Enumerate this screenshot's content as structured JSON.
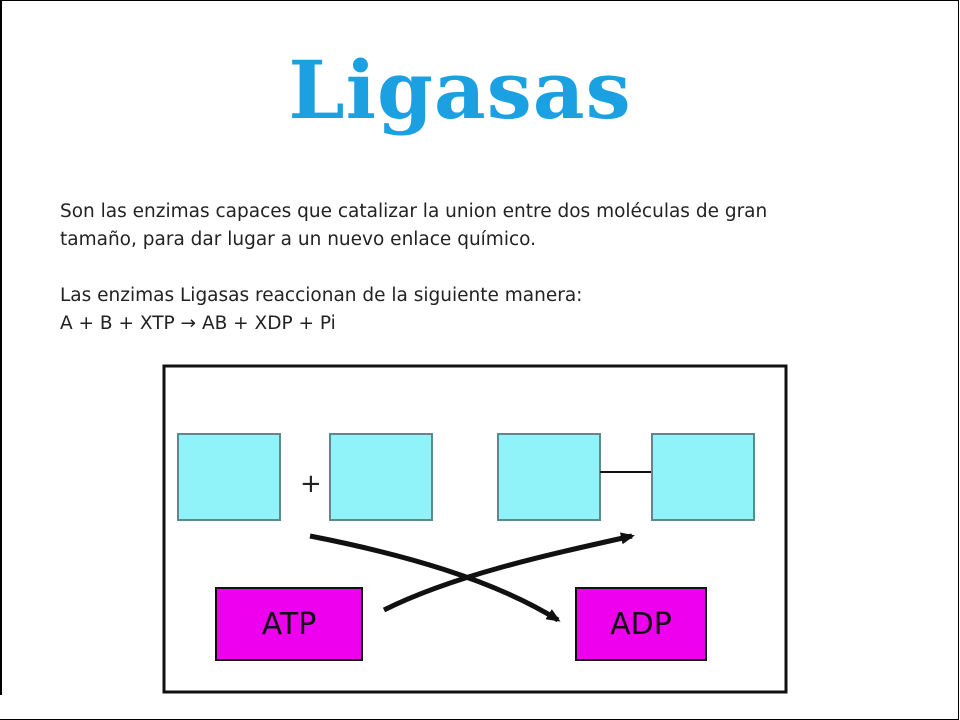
{
  "title": "Ligasas",
  "paragraphs": [
    "Son las enzimas capaces que catalizar la union entre dos moléculas de gran",
    "tamaño, para dar lugar a un nuevo enlace químico.",
    "Las enzimas Ligasas reaccionan de la siguiente manera:",
    "A + B + XTP   → AB + XDP + Pi"
  ],
  "diagram": {
    "plus": "+",
    "atp_label": "ATP",
    "adp_label": "ADP",
    "colors": {
      "molecule_fill": "#8ff3f9",
      "molecule_stroke": "#5a8a8c",
      "nucleotide_fill": "#ee00ee",
      "stroke": "#111111"
    }
  }
}
